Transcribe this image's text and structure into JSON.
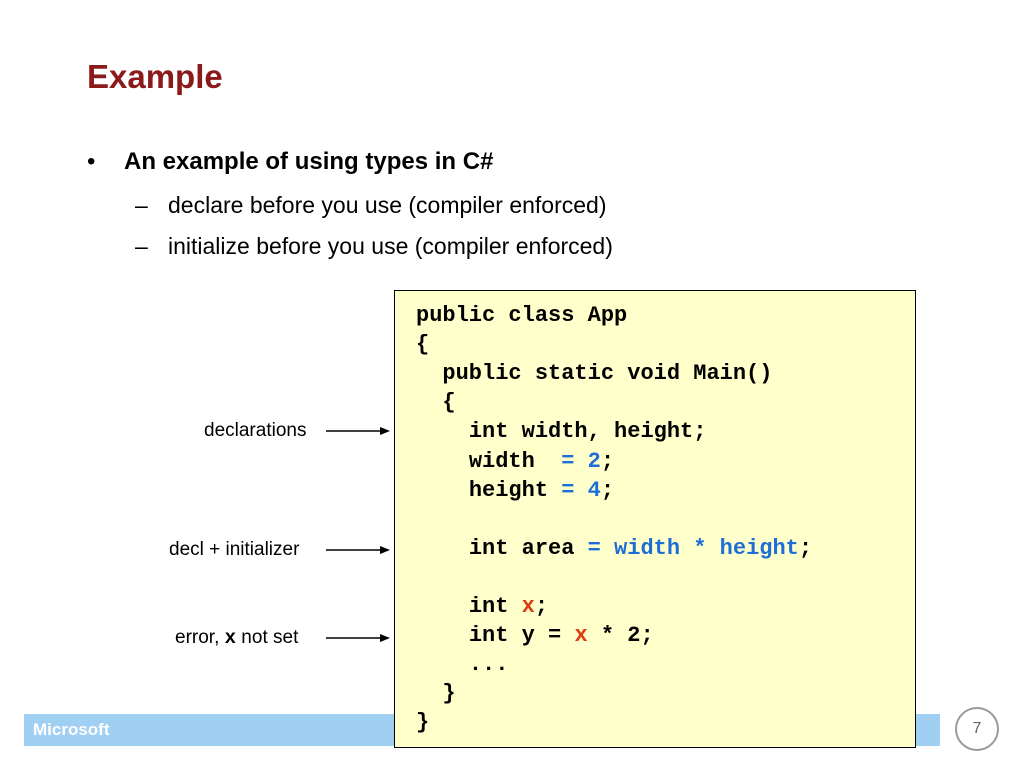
{
  "title": "Example",
  "bullet": {
    "marker": "•",
    "text": "An example of using types in C#",
    "subitems": [
      {
        "marker": "–",
        "text": "declare before you use (compiler enforced)"
      },
      {
        "marker": "–",
        "text": "initialize before you use (compiler enforced)"
      }
    ]
  },
  "code": {
    "lines": [
      {
        "indent": "",
        "segments": [
          {
            "text": "public class App",
            "color": "black"
          }
        ]
      },
      {
        "indent": "",
        "segments": [
          {
            "text": "{",
            "color": "black"
          }
        ]
      },
      {
        "indent": "  ",
        "segments": [
          {
            "text": "public static void Main()",
            "color": "black"
          }
        ]
      },
      {
        "indent": "  ",
        "segments": [
          {
            "text": "{",
            "color": "black"
          }
        ]
      },
      {
        "indent": "    ",
        "segments": [
          {
            "text": "int width, height;",
            "color": "black"
          }
        ]
      },
      {
        "indent": "    ",
        "segments": [
          {
            "text": "width  ",
            "color": "black"
          },
          {
            "text": "= 2",
            "color": "blue"
          },
          {
            "text": ";",
            "color": "black"
          }
        ]
      },
      {
        "indent": "    ",
        "segments": [
          {
            "text": "height ",
            "color": "black"
          },
          {
            "text": "= 4",
            "color": "blue"
          },
          {
            "text": ";",
            "color": "black"
          }
        ]
      },
      {
        "indent": "",
        "segments": []
      },
      {
        "indent": "    ",
        "segments": [
          {
            "text": "int area ",
            "color": "black"
          },
          {
            "text": "= width * height",
            "color": "blue"
          },
          {
            "text": ";",
            "color": "black"
          }
        ]
      },
      {
        "indent": "",
        "segments": []
      },
      {
        "indent": "    ",
        "segments": [
          {
            "text": "int ",
            "color": "black"
          },
          {
            "text": "x",
            "color": "red"
          },
          {
            "text": ";",
            "color": "black"
          }
        ]
      },
      {
        "indent": "    ",
        "segments": [
          {
            "text": "int y = ",
            "color": "black"
          },
          {
            "text": "x",
            "color": "red"
          },
          {
            "text": " * 2;",
            "color": "black"
          }
        ]
      },
      {
        "indent": "    ",
        "segments": [
          {
            "text": "...",
            "color": "black"
          }
        ]
      },
      {
        "indent": "  ",
        "segments": [
          {
            "text": "}",
            "color": "black"
          }
        ]
      },
      {
        "indent": "",
        "segments": [
          {
            "text": "}",
            "color": "black"
          }
        ]
      }
    ]
  },
  "annotations": {
    "declarations": "declarations",
    "decl_init": "decl + initializer",
    "error_prefix": "error, ",
    "error_var": "x",
    "error_suffix": " not set"
  },
  "footer": {
    "label": "Microsoft",
    "page_number": "7"
  },
  "colors": {
    "title": "#8B1A1A",
    "code_background": "#FFFFCC",
    "keyword_blue": "#1E6ED7",
    "error_red": "#E03A10",
    "footer_bar": "#9FCFF3"
  }
}
